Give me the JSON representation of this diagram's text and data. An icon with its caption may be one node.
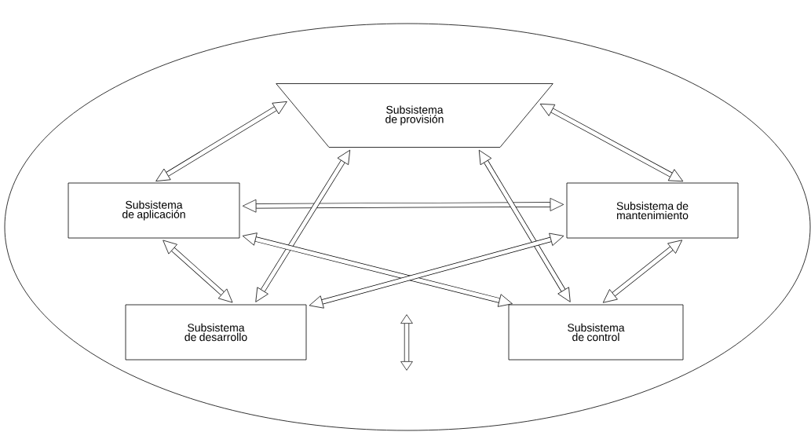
{
  "diagram": {
    "nodes": [
      {
        "text": [
          "Subsistema de provisión"
        ]
      },
      {
        "text": [
          "Subsistema de aplicación"
        ]
      },
      {
        "text": [
          "Subsistema de mantenimiento"
        ]
      },
      {
        "text": [
          "Subsistema de desarrollo"
        ]
      },
      {
        "text": [
          "Subsistema de control"
        ]
      }
    ],
    "edges": [
      {
        "from": 1,
        "to": 0,
        "arrow": "both"
      },
      {
        "from": 0,
        "to": 2,
        "arrow": "both"
      },
      {
        "from": 1,
        "to": 2,
        "arrow": "both"
      },
      {
        "from": 0,
        "to": 3,
        "arrow": "both"
      },
      {
        "from": 0,
        "to": 4,
        "arrow": "both"
      },
      {
        "from": 1,
        "to": 3,
        "arrow": "both"
      },
      {
        "from": 1,
        "to": 4,
        "arrow": "both"
      },
      {
        "from": 3,
        "to": 2,
        "arrow": "both"
      },
      {
        "from": 2,
        "to": 4,
        "arrow": "both"
      }
    ]
  }
}
